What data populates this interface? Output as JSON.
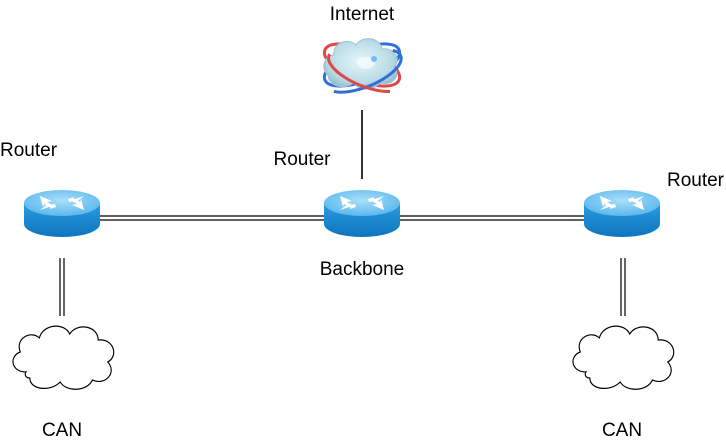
{
  "diagram": {
    "nodes": {
      "internet": {
        "label": "Internet",
        "icon": "internet-globe-icon"
      },
      "router_left": {
        "label": "Router",
        "icon": "router-icon"
      },
      "router_center": {
        "label": "Router",
        "sublabel": "Backbone",
        "icon": "router-icon"
      },
      "router_right": {
        "label": "Router",
        "icon": "router-icon"
      },
      "can_left": {
        "label": "CAN",
        "icon": "cloud-icon"
      },
      "can_right": {
        "label": "CAN",
        "icon": "cloud-icon"
      }
    },
    "links": [
      {
        "from": "internet",
        "to": "router_center",
        "style": "single"
      },
      {
        "from": "router_left",
        "to": "router_center",
        "style": "double"
      },
      {
        "from": "router_center",
        "to": "router_right",
        "style": "double"
      },
      {
        "from": "router_left",
        "to": "can_left",
        "style": "double"
      },
      {
        "from": "router_right",
        "to": "can_right",
        "style": "double"
      }
    ],
    "colors": {
      "router_top": "#6fc3f0",
      "router_body": "#1d8fd8",
      "line": "#000000",
      "orbit_red": "#e04848",
      "orbit_blue": "#2f6fd6"
    }
  }
}
